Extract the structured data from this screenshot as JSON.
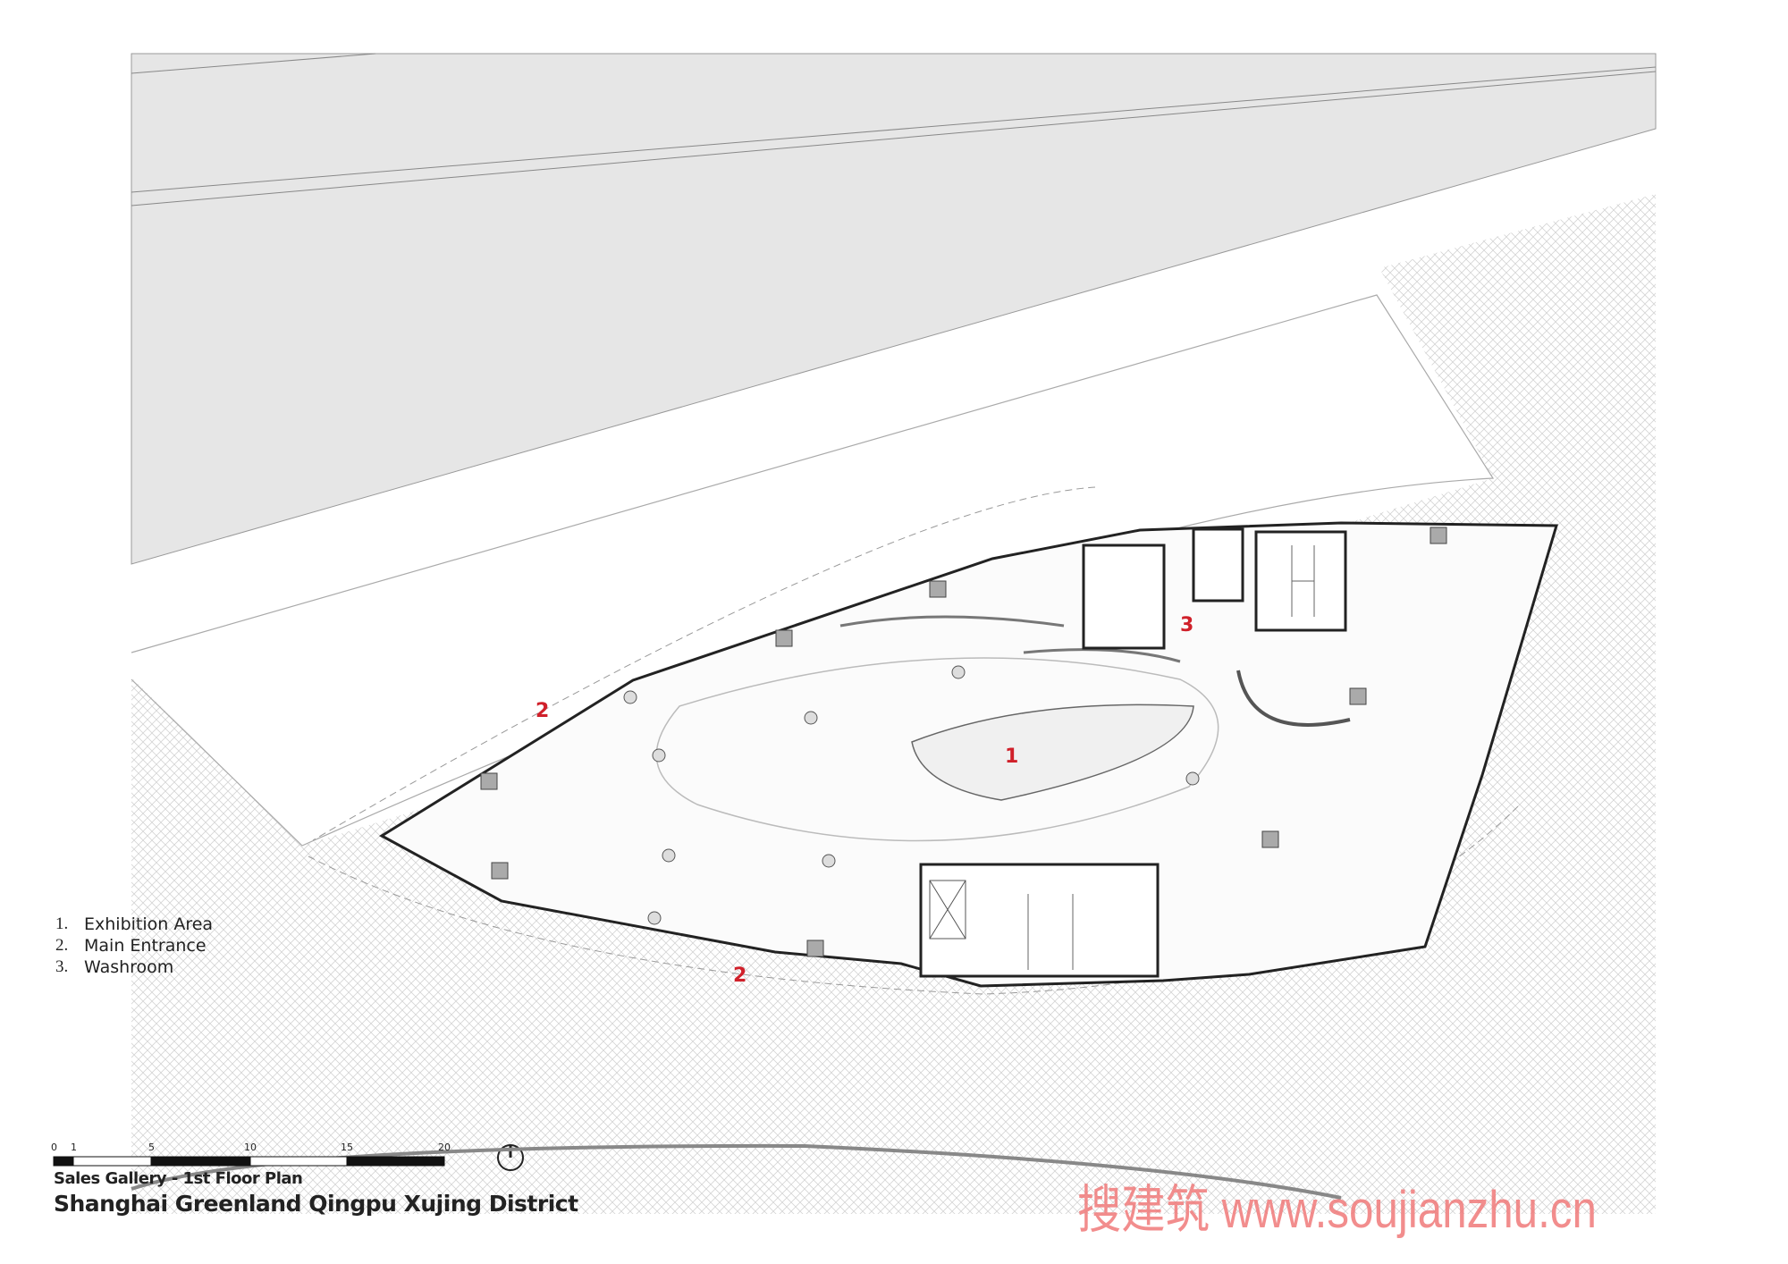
{
  "plan": {
    "labels": {
      "exhibition": "1",
      "entrance_north": "2",
      "entrance_south": "2",
      "washroom": "3"
    }
  },
  "legend": [
    {
      "num": "1.",
      "text": "Exhibition Area"
    },
    {
      "num": "2.",
      "text": "Main Entrance"
    },
    {
      "num": "3.",
      "text": "Washroom"
    }
  ],
  "scale_bar": {
    "ticks": [
      "0",
      "1",
      "5",
      "10",
      "15",
      "20"
    ]
  },
  "title": {
    "subtitle": "Sales Gallery - 1st Floor Plan",
    "main": "Shanghai Greenland Qingpu Xujing District"
  },
  "watermark": "搜建筑 www.soujianzhu.cn",
  "colors": {
    "label_red": "#d0202a",
    "road_gray": "#e6e6e6",
    "watermark": "#f07a7a"
  }
}
